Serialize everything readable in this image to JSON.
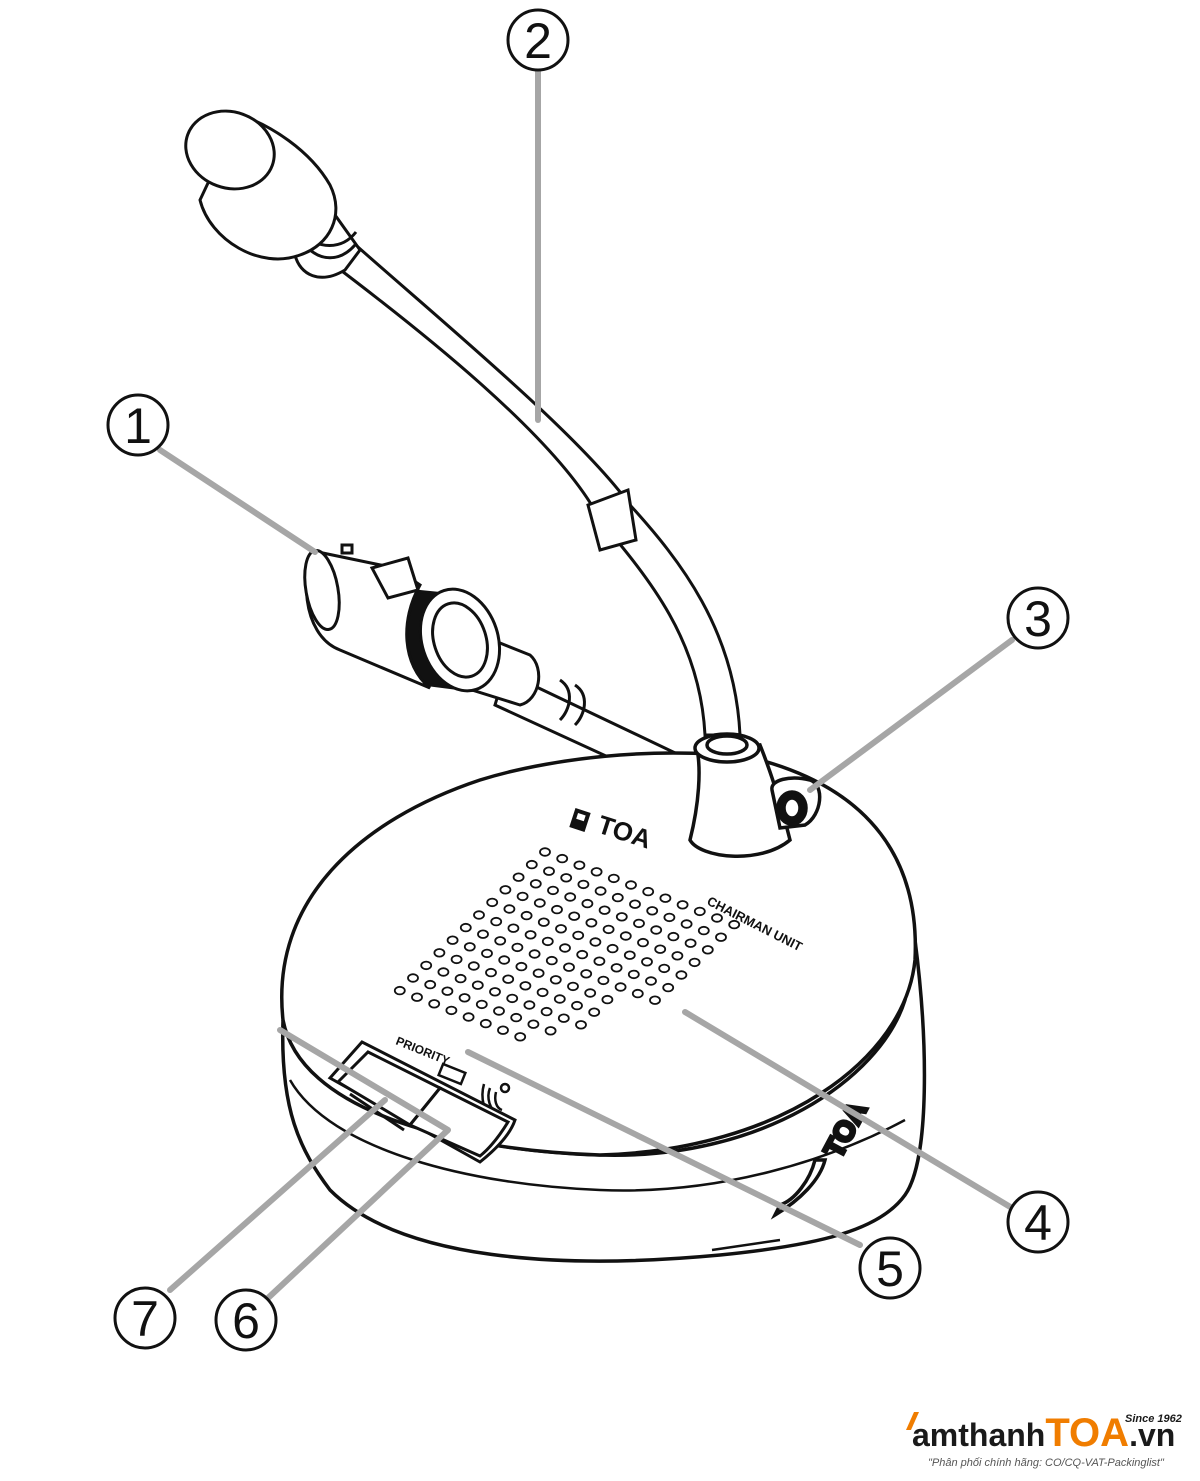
{
  "device": {
    "brand_logo_text": "TOA",
    "panel_label": "CHAIRMAN UNIT",
    "priority_label": "PRIORITY"
  },
  "callouts": [
    {
      "number": "1"
    },
    {
      "number": "2"
    },
    {
      "number": "3"
    },
    {
      "number": "4"
    },
    {
      "number": "5"
    },
    {
      "number": "6"
    },
    {
      "number": "7"
    }
  ],
  "watermark": {
    "prefix": "amthanh",
    "brand": "TOA",
    "suffix": ".vn",
    "since": "Since 1962",
    "tagline": "\"Phân phối chính hãng: CO/CQ-VAT-Packinglist\""
  },
  "colors": {
    "line": "#111111",
    "leader": "#a6a6a6",
    "brand_orange": "#f07d00",
    "brand_dark": "#1a1a1a"
  }
}
